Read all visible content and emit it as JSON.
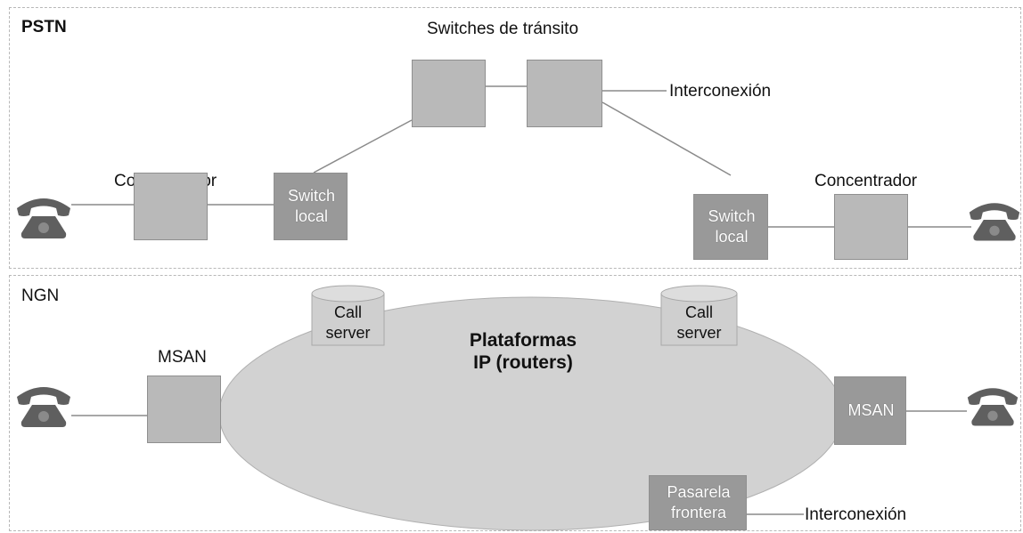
{
  "pstn": {
    "title": "PSTN",
    "transit_label": "Switches de tránsito",
    "interconnection_label": "Interconexión",
    "concentrator_left": "Concentrador",
    "concentrator_right": "Concentrador",
    "local_switch_left": [
      "Switch",
      "local"
    ],
    "local_switch_right": [
      "Switch",
      "local"
    ]
  },
  "ngn": {
    "title": "NGN",
    "msan_left": "MSAN",
    "msan_right": "MSAN",
    "call_server_left": [
      "Call",
      "server"
    ],
    "call_server_right": [
      "Call",
      "server"
    ],
    "ip_platform": [
      "Plataformas",
      "IP (routers)"
    ],
    "border_gateway": [
      "Pasarela",
      "frontera"
    ],
    "interconnection_label": "Interconexión"
  },
  "colors": {
    "box": "#b9b9b9",
    "box_dark": "#999999",
    "ellipse": "#d2d2d2",
    "phone": "#5f5f5f",
    "line": "#8a8a8a"
  },
  "icons": [
    "telephone-icon"
  ]
}
